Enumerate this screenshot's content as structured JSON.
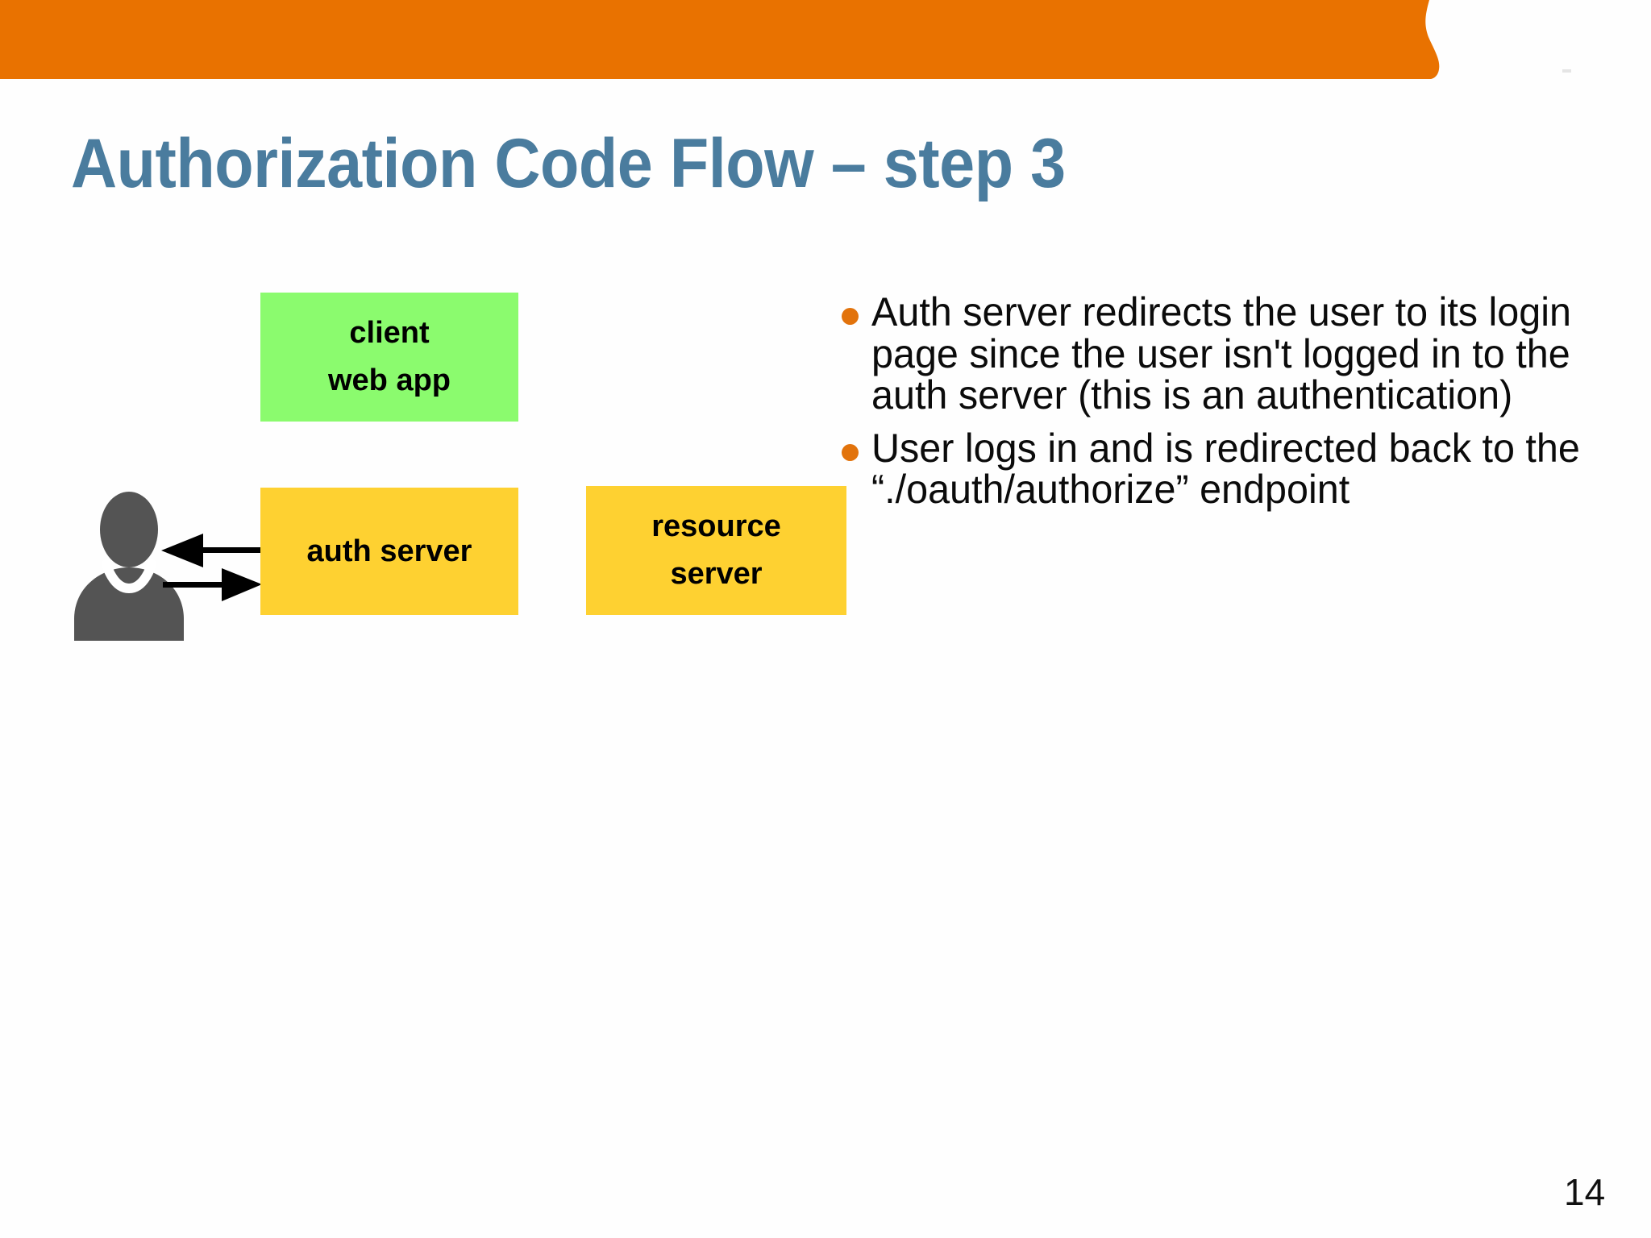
{
  "slide": {
    "title": "Authorization Code Flow – step 3",
    "page_number": "14",
    "accent_orange": "#e97200",
    "title_color": "#4a7c9e",
    "bullet_dot_color": "#e2730c"
  },
  "diagram": {
    "nodes": [
      {
        "id": "client-web-app",
        "line1": "client",
        "line2": "web app",
        "color": "#8bfb6e"
      },
      {
        "id": "auth-server",
        "line1": "auth server",
        "line2": "",
        "color": "#fed131"
      },
      {
        "id": "resource-server",
        "line1": "resource",
        "line2": "server",
        "color": "#fed131"
      }
    ],
    "actor": {
      "id": "user",
      "icon": "person-icon",
      "color": "#545454"
    },
    "arrows": [
      {
        "id": "auth-to-user",
        "direction": "left",
        "icon": "arrow-left-icon"
      },
      {
        "id": "user-to-auth",
        "direction": "right",
        "icon": "arrow-right-icon"
      }
    ]
  },
  "bullets": [
    {
      "text": "Auth server redirects the user to its login page since the user isn't logged in to the auth server (this is an authentication)"
    },
    {
      "text": "User logs in and is redirected back to the “./oauth/authorize” endpoint"
    }
  ]
}
